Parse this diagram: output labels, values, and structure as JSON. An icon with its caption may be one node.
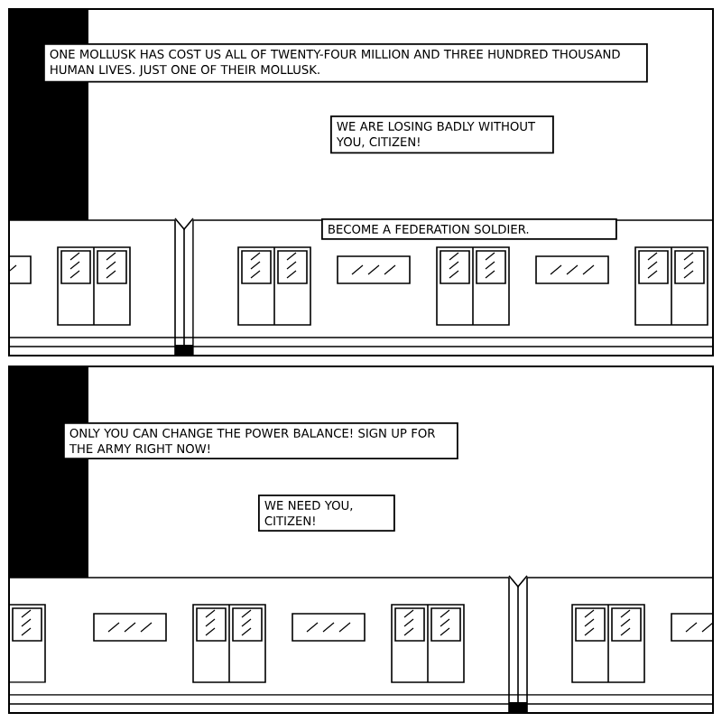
{
  "diagram": {
    "nodes": [
      {
        "text": [
          "ONE MOLLUSK HAS COST US ALL OF TWENTY-FOUR MILLION AND THREE HUNDRED THOUSAND HUMAN LIVES. JUST ONE OF THEIR MOLLUSK."
        ]
      },
      {
        "text": [
          "WE ARE LOSING BADLY WITHOUT YOU, CITIZEN!"
        ]
      },
      {
        "text": [
          "BECOME A FEDERATION SOLDIER."
        ]
      },
      {
        "text": [
          "ONLY YOU CAN CHANGE THE POWER BALANCE! SIGN UP FOR THE ARMY RIGHT NOW!"
        ]
      },
      {
        "text": [
          "WE NEED YOU, CITIZEN!"
        ]
      }
    ]
  }
}
